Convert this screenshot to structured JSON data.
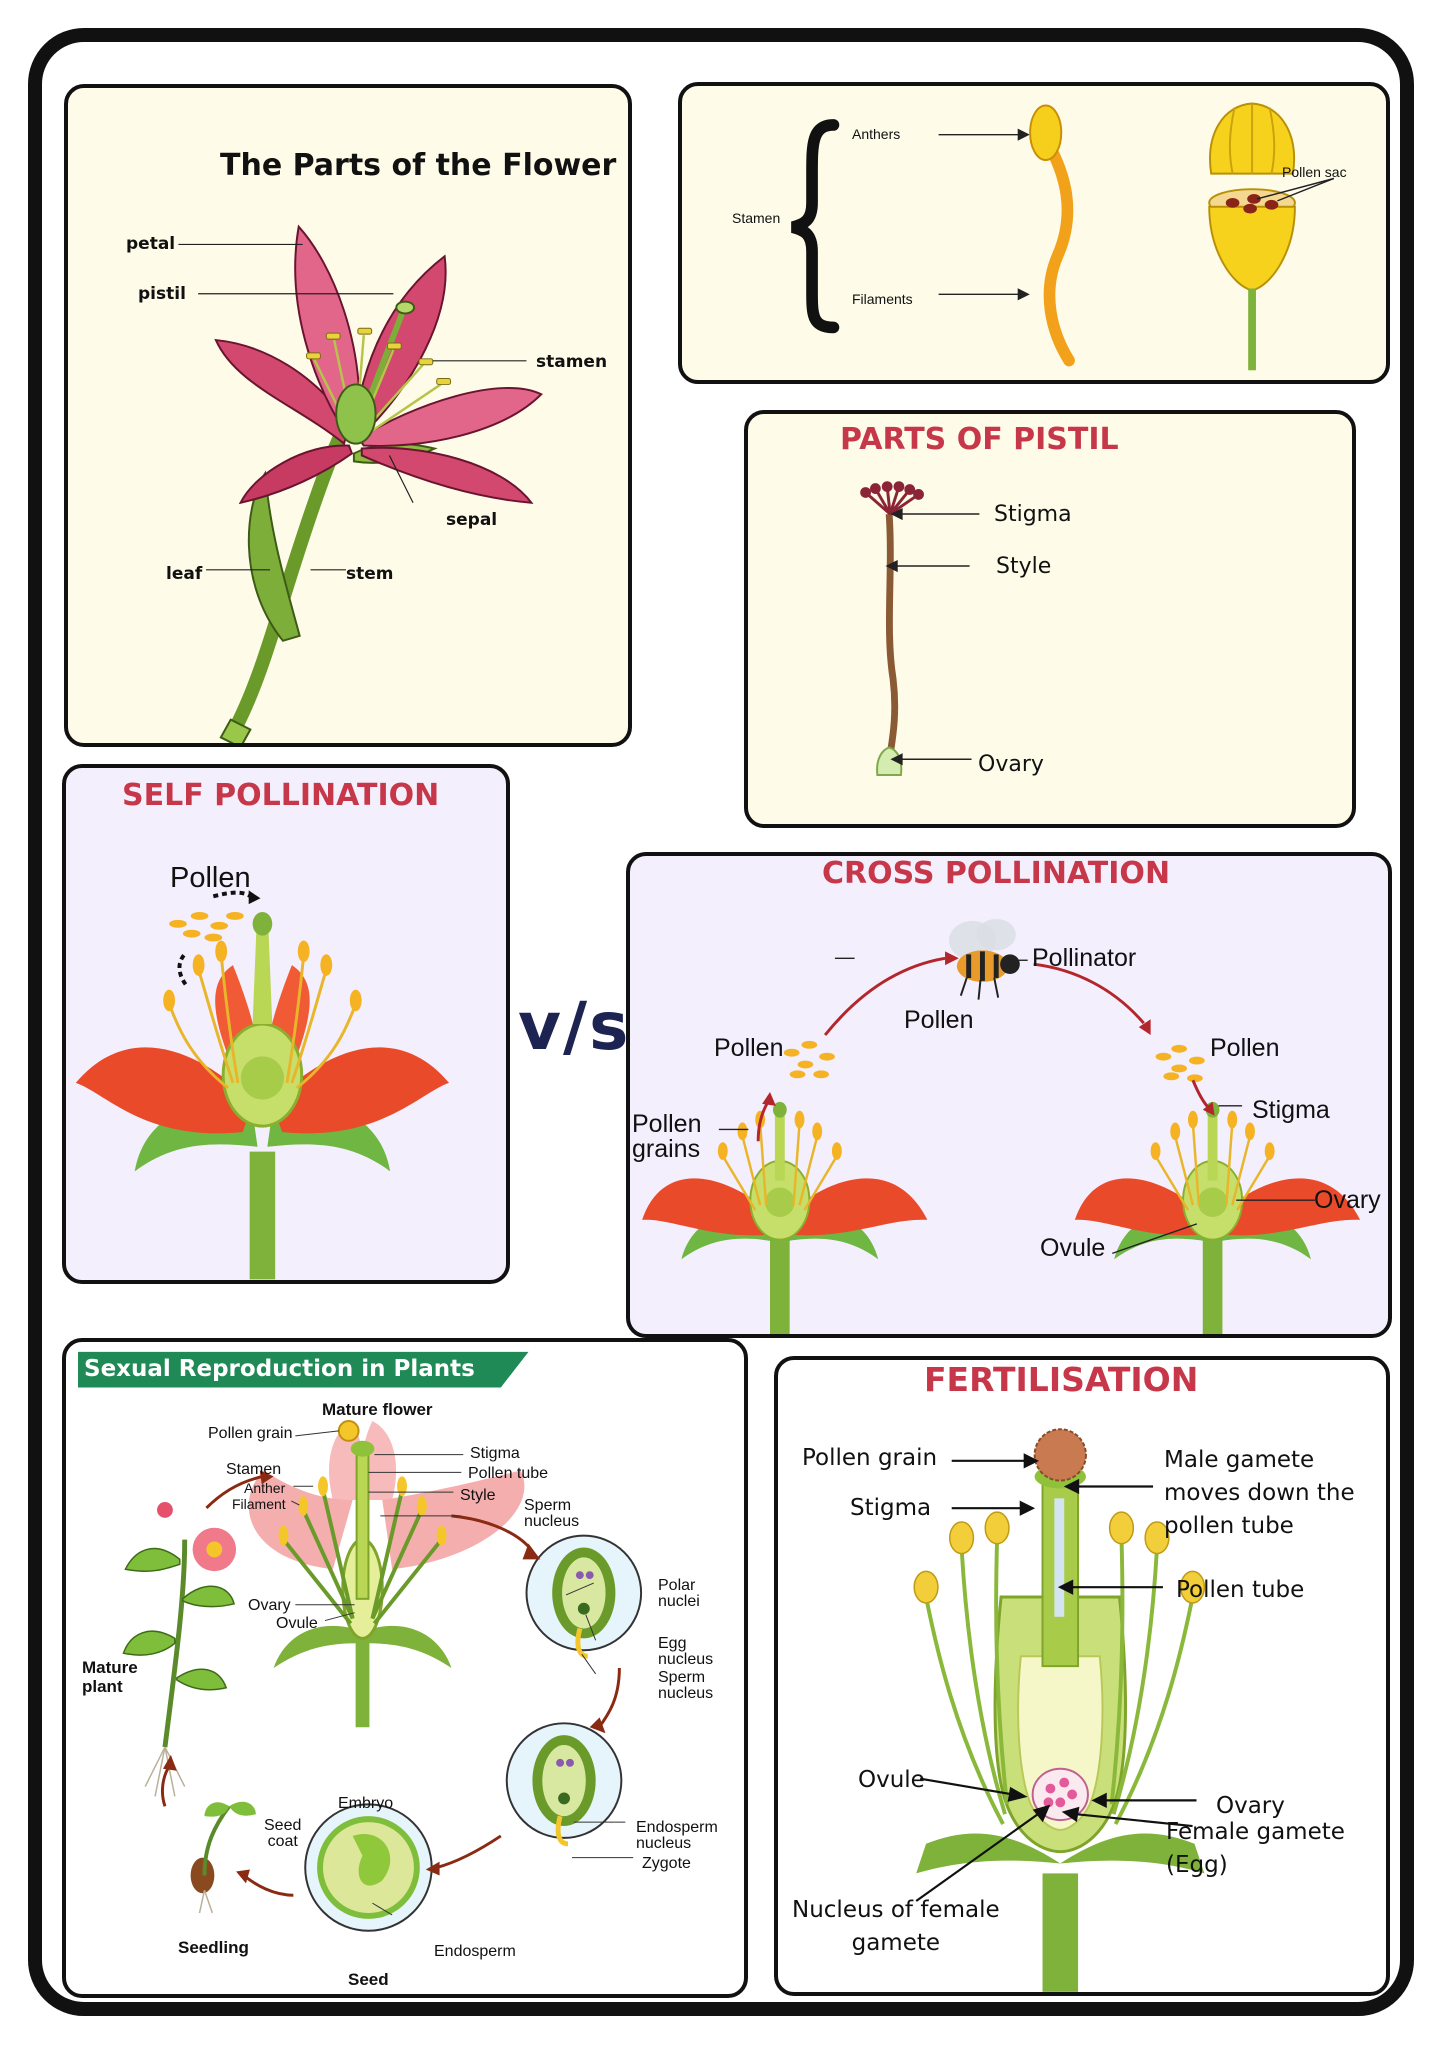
{
  "flower_parts": {
    "title": "The Parts of the Flower",
    "labels": {
      "petal": "petal",
      "pistil": "pistil",
      "stamen": "stamen",
      "sepal": "sepal",
      "leaf": "leaf",
      "stem": "stem"
    }
  },
  "stamen_panel": {
    "stamen": "Stamen",
    "anthers": "Anthers",
    "filaments": "Filaments",
    "pollen_sac": "Pollen sac"
  },
  "pistil_panel": {
    "title": "PARTS OF PISTIL",
    "stigma": "Stigma",
    "style": "Style",
    "ovary": "Ovary"
  },
  "self_pollination": {
    "title": "SELF POLLINATION",
    "pollen": "Pollen"
  },
  "versus": "v/s",
  "cross_pollination": {
    "title": "CROSS POLLINATION",
    "pollinator": "Pollinator",
    "pollen_left": "Pollen",
    "pollen_mid": "Pollen",
    "pollen_right": "Pollen",
    "pollen_grains": "Pollen\ngrains",
    "stigma": "Stigma",
    "ovary": "Ovary",
    "ovule": "Ovule"
  },
  "sexual_reproduction": {
    "title": "Sexual Reproduction in Plants",
    "mature_flower": "Mature flower",
    "pollen_grain": "Pollen grain",
    "stamen": "Stamen",
    "anther": "Anther",
    "filament": "Filament",
    "stigma": "Stigma",
    "pollen_tube": "Pollen tube",
    "style": "Style",
    "sperm_nucleus": "Sperm\nnucleus",
    "ovary": "Ovary",
    "ovule": "Ovule",
    "polar_nuclei": "Polar\nnuclei",
    "egg_nucleus": "Egg\nnucleus",
    "sperm_nucleus2": "Sperm\nnucleus",
    "endosperm_nucleus": "Endosperm\nnucleus",
    "zygote": "Zygote",
    "embryo": "Embryo",
    "seed_coat": "Seed\ncoat",
    "endosperm": "Endosperm",
    "seed": "Seed",
    "seedling": "Seedling",
    "mature_plant": "Mature\nplant"
  },
  "fertilisation": {
    "title": "FERTILISATION",
    "pollen_grain": "Pollen grain",
    "stigma": "Stigma",
    "male_gamete": "Male gamete\nmoves down the\npollen tube",
    "pollen_tube": "Pollen tube",
    "ovule": "Ovule",
    "ovary": "Ovary",
    "female_gamete": "Female gamete\n(Egg)",
    "nucleus_female": "Nucleus of female\ngamete"
  },
  "colors": {
    "title_red": "#c6374a",
    "versus_navy": "#1d2452",
    "banner_green": "#1f8a55"
  }
}
